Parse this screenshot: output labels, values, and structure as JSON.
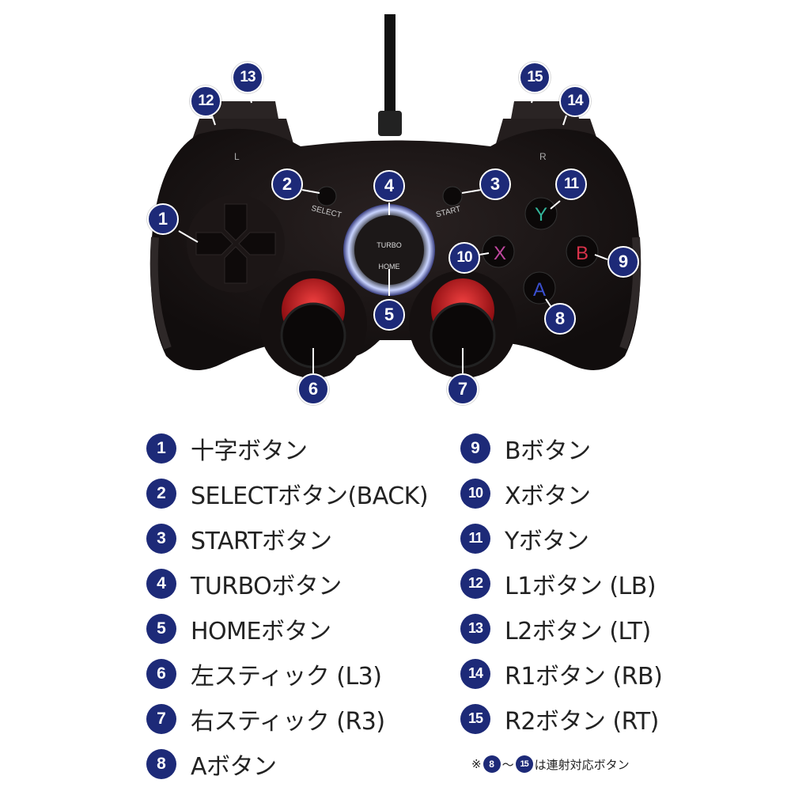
{
  "controller": {
    "select_text": "SELECT",
    "start_text": "START",
    "turbo_text": "TURBO",
    "home_text": "HOME",
    "l_text": "L",
    "r_text": "R",
    "face_y": "Y",
    "face_x": "X",
    "face_b": "B",
    "face_a": "A"
  },
  "callouts": [
    "1",
    "2",
    "3",
    "4",
    "5",
    "6",
    "7",
    "8",
    "9",
    "10",
    "11",
    "12",
    "13",
    "14",
    "15"
  ],
  "legend": {
    "left": [
      {
        "num": "1",
        "label": "十字ボタン"
      },
      {
        "num": "2",
        "label": "SELECTボタン(BACK)"
      },
      {
        "num": "3",
        "label": "STARTボタン"
      },
      {
        "num": "4",
        "label": "TURBOボタン"
      },
      {
        "num": "5",
        "label": "HOMEボタン"
      },
      {
        "num": "6",
        "label": "左スティック (L3)"
      },
      {
        "num": "7",
        "label": "右スティック (R3)"
      },
      {
        "num": "8",
        "label": "Aボタン"
      }
    ],
    "right": [
      {
        "num": "9",
        "label": "Bボタン"
      },
      {
        "num": "10",
        "label": "Xボタン"
      },
      {
        "num": "11",
        "label": "Yボタン"
      },
      {
        "num": "12",
        "label": "L1ボタン (LB)"
      },
      {
        "num": "13",
        "label": "L2ボタン (LT)"
      },
      {
        "num": "14",
        "label": "R1ボタン (RB)"
      },
      {
        "num": "15",
        "label": "R2ボタン (RT)"
      }
    ]
  },
  "footnote": {
    "prefix": "※",
    "from": "8",
    "tilde": "〜",
    "to": "15",
    "suffix": "は連射対応ボタン"
  },
  "colors": {
    "badge": "#1d2a78",
    "body": "#1a1414",
    "stick_ring": "#c0141c",
    "y": "#33b59a",
    "x": "#c0479f",
    "b": "#d8324a",
    "a": "#3a4fd0"
  }
}
